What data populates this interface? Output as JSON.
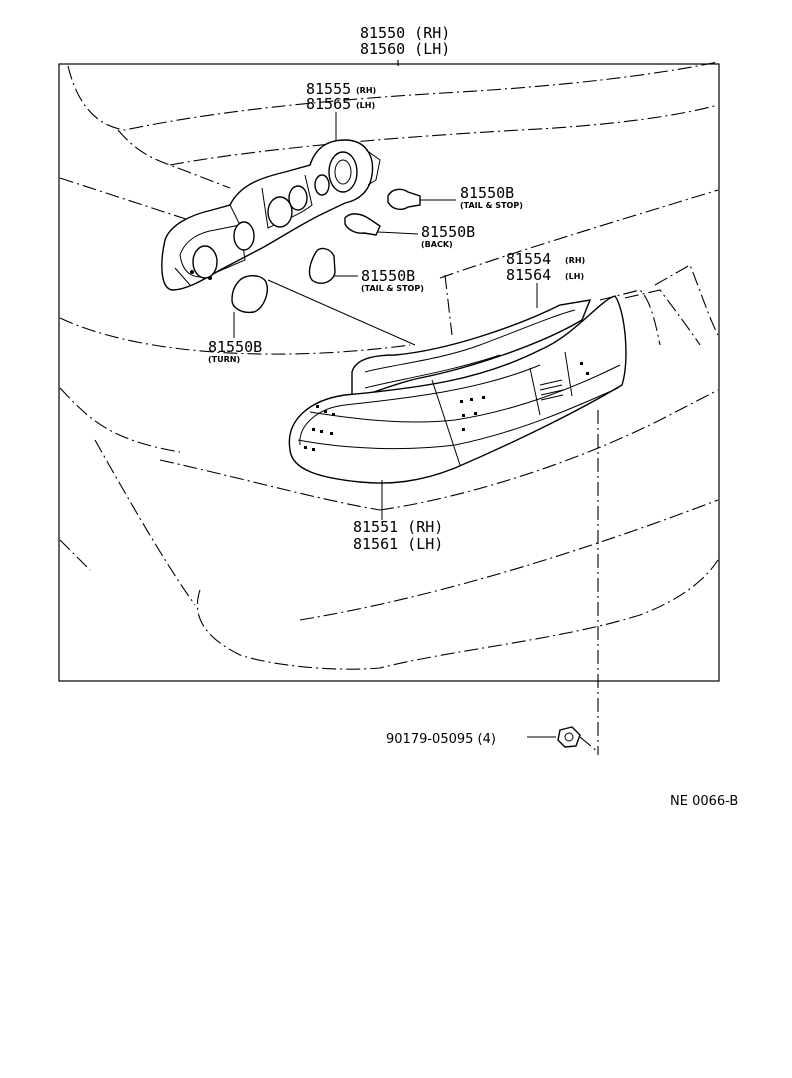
{
  "diagram": {
    "labels": {
      "assembly_rh": "81550 (RH)",
      "assembly_lh": "81560 (LH)",
      "socket_rh": "81555",
      "socket_rh_suffix": "(RH)",
      "socket_lh": "81565",
      "socket_lh_suffix": "(LH)",
      "bulb_tail_stop_1": "81550B",
      "bulb_tail_stop_1_note": "(TAIL & STOP)",
      "bulb_back": "81550B",
      "bulb_back_note": "(BACK)",
      "bulb_tail_stop_2": "81550B",
      "bulb_tail_stop_2_note": "(TAIL & STOP)",
      "bulb_turn": "81550B",
      "bulb_turn_note": "(TURN)",
      "gasket_rh": "81554",
      "gasket_rh_suffix": "(RH)",
      "gasket_lh": "81564",
      "gasket_lh_suffix": "(LH)",
      "lens_rh": "81551 (RH)",
      "lens_lh": "81561 (LH)",
      "nut": "90179-05095 (4)",
      "drawing_code": "NE 0066-B"
    }
  }
}
